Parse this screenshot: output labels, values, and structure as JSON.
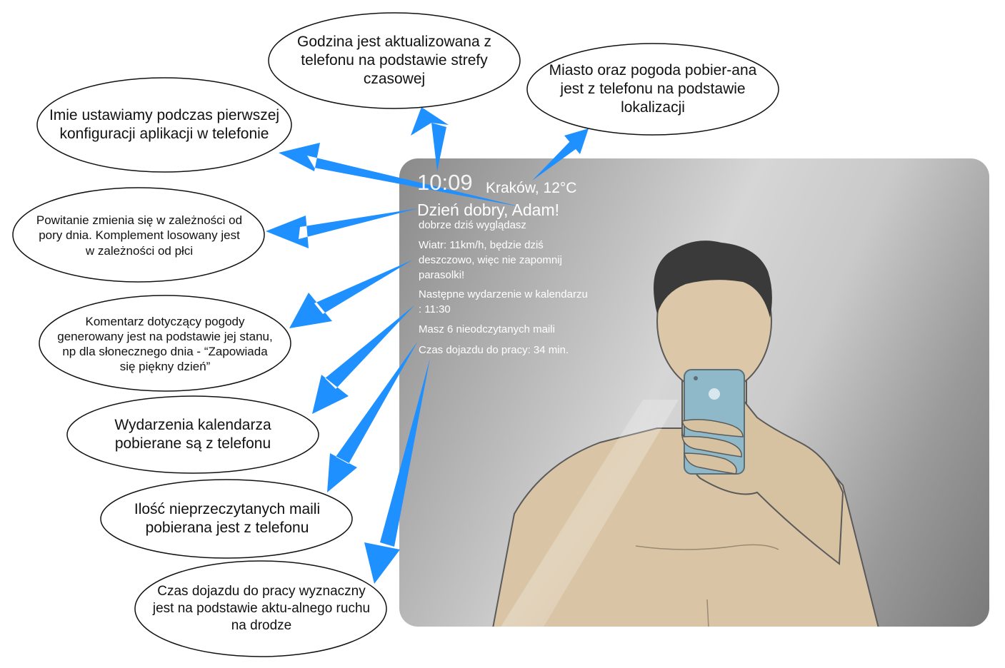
{
  "mirror": {
    "clock": "10:09",
    "city_weather": "Kraków, 12°C",
    "greeting": "Dzień dobry, Adam!",
    "compliment": "dobrze dziś wyglądasz",
    "weather_comment": "Wiatr: 11km/h, będzie dziś deszczowo, więc nie zapomnij parasolki!",
    "next_event": "Następne wydarzenie w kalendarzu : 11:30",
    "unread_mail": "Masz 6 nieodczytanych maili",
    "commute": "Czas dojazdu do pracy: 34 min."
  },
  "annotations": {
    "time": "Godzina jest aktualizowana z telefonu na podstawie strefy czasowej",
    "location": "Miasto oraz pogoda pobier-ana jest z telefonu na podstawie lokalizacji",
    "name": "Imie ustawiamy podczas pierwszej konfiguracji aplikacji w telefonie",
    "greeting": "Powitanie zmienia się w zależności od pory dnia. Komplement losowany jest w zależności od płci",
    "weather": "Komentarz dotyczący pogody generowany jest na podstawie jej stanu, np dla słonecznego dnia - “Zapowiada się piękny dzień”",
    "calendar": "Wydarzenia kalendarza pobierane są z telefonu",
    "mail": "Ilość nieprzeczytanych maili pobierana jest z telefonu",
    "commute": "Czas dojazdu do pracy wyznaczny jest na podstawie aktu-alnego ruchu na drodze"
  },
  "colors": {
    "arrow": "#1e90ff",
    "skin": "#d9c5a6",
    "hair": "#3a3a3a",
    "phone": "#8fb8c8"
  }
}
